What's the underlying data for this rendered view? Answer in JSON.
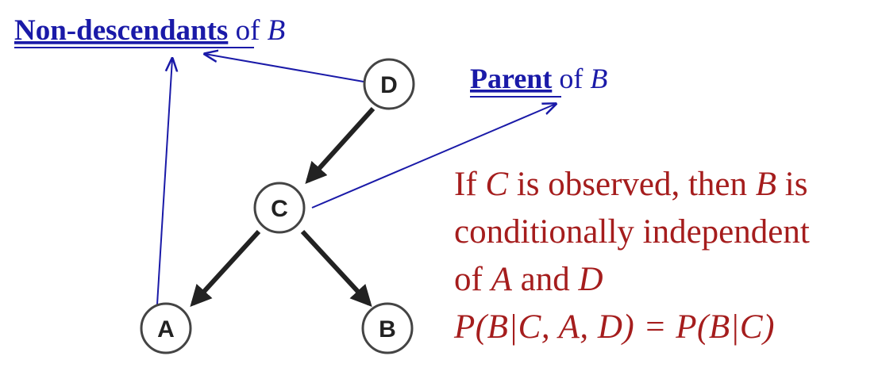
{
  "labels": {
    "nondesc_bold": "Non-descendants",
    "nondesc_rest": " of ",
    "nondesc_var": "B",
    "parent_bold": "Parent",
    "parent_rest": " of ",
    "parent_var": "B"
  },
  "nodes": {
    "D": "D",
    "C": "C",
    "A": "A",
    "B": "B"
  },
  "note": {
    "l1_a": "If ",
    "l1_b": "C",
    "l1_c": " is observed, then ",
    "l1_d": "B",
    "l1_e": " is",
    "l2": "conditionally independent",
    "l3_a": "of ",
    "l3_b": "A",
    "l3_c": " and ",
    "l3_d": "D",
    "formula": "P(B|C, A, D) = P(B|C)"
  },
  "colors": {
    "label_blue": "#1a1aa8",
    "note_red": "#a51d1d",
    "edge": "#222222"
  }
}
